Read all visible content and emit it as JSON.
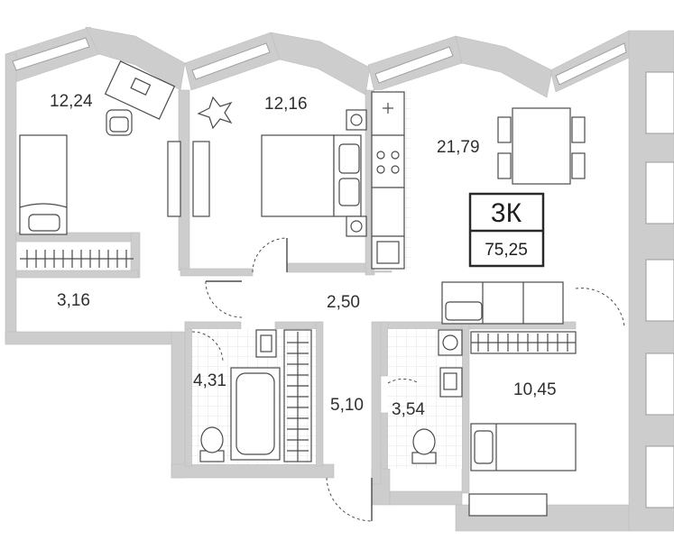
{
  "apartment": {
    "type": "3К",
    "total_area": "75,25"
  },
  "rooms": [
    {
      "id": "bedroom-west",
      "area": "12,24"
    },
    {
      "id": "bedroom-center",
      "area": "12,16"
    },
    {
      "id": "kitchen-living",
      "area": "21,79"
    },
    {
      "id": "wardrobe",
      "area": "3,16"
    },
    {
      "id": "hall",
      "area": "2,50"
    },
    {
      "id": "bathroom",
      "area": "4,31"
    },
    {
      "id": "corridor",
      "area": "5,10"
    },
    {
      "id": "wc",
      "area": "3,54"
    },
    {
      "id": "bedroom-east",
      "area": "10,45"
    }
  ],
  "colors": {
    "wall": "#cdcdcd",
    "wall_edge": "#b9b9b9",
    "line": "#4a4a4a",
    "badge_border": "#2a2a2a",
    "tile": "#e9e9e9"
  }
}
